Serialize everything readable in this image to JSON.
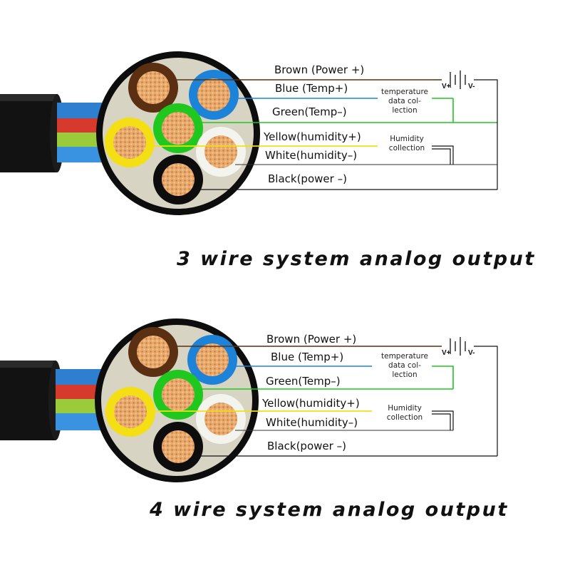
{
  "colors": {
    "brown": "#5a2f12",
    "blue": "#1d83d8",
    "green": "#1fc71f",
    "yellow": "#f3df14",
    "white": "#f4f4ee",
    "black": "#0d0d0d",
    "copper": "#e8a96c",
    "connector_face": "#d8d4c4",
    "cable": "#121212"
  },
  "panels": [
    {
      "wires": [
        {
          "color": "brown",
          "label": "Brown (Power +)"
        },
        {
          "color": "blue",
          "label": "Blue (Temp+)"
        },
        {
          "color": "green",
          "label": "Green(Temp–)"
        },
        {
          "color": "yellow",
          "label": "Yellow(humidity+)"
        },
        {
          "color": "white",
          "label": "White(humidity–)"
        },
        {
          "color": "black",
          "label": "Black(power –)"
        }
      ],
      "temperature_label": [
        "temperature",
        "data col-",
        "lection"
      ],
      "humidity_label": [
        "Humidity",
        "collection"
      ],
      "battery": {
        "plus": "V+",
        "minus": "V-"
      },
      "caption": "3 wire system analog output"
    },
    {
      "wires": [
        {
          "color": "brown",
          "label": "Brown (Power +)"
        },
        {
          "color": "blue",
          "label": "Blue (Temp+)"
        },
        {
          "color": "green",
          "label": "Green(Temp–)"
        },
        {
          "color": "yellow",
          "label": "Yellow(humidity+)"
        },
        {
          "color": "white",
          "label": "White(humidity–)"
        },
        {
          "color": "black",
          "label": "Black(power –)"
        }
      ],
      "temperature_label": [
        "temperature",
        "data col-",
        "lection"
      ],
      "humidity_label": [
        "Humidity",
        "collection"
      ],
      "battery": {
        "plus": "V+",
        "minus": "V-"
      },
      "caption": "4 wire system analog output"
    }
  ]
}
